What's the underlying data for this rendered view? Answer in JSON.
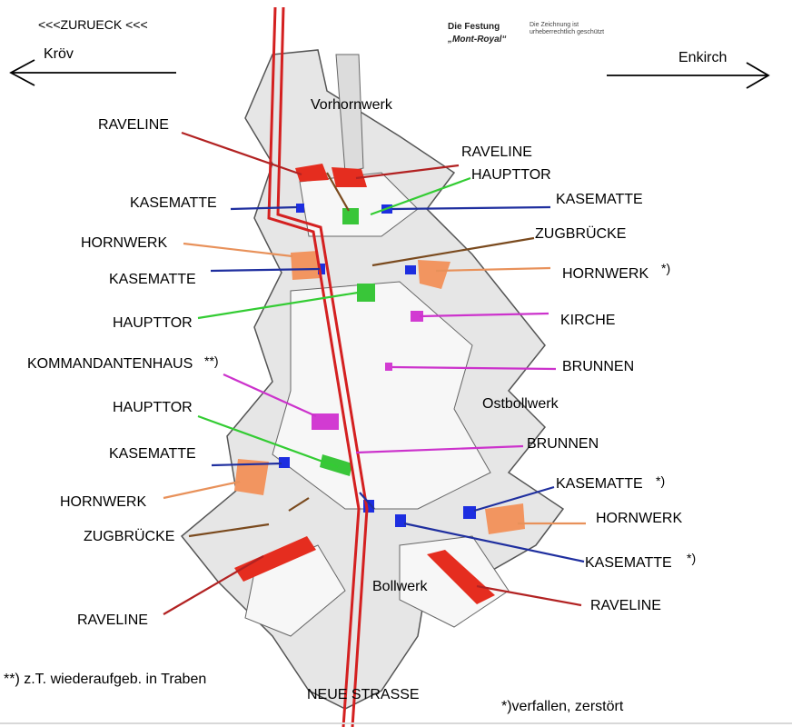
{
  "nav": {
    "back": "<<<ZURUECK <<<",
    "left_destination": "Kröv",
    "right_destination": "Enkirch"
  },
  "title": {
    "line1": "Die Festung",
    "line2": "„Mont-Royal“",
    "note": "Die Zeichnung ist urheberrechtlich geschützt"
  },
  "labels": {
    "vorhornwerk": "Vorhornwerk",
    "raveline_tl": "RAVELINE",
    "raveline_tr": "RAVELINE",
    "haupttor_top": "HAUPTTOR",
    "kasematte_l1": "KASEMATTE",
    "kasematte_r1": "KASEMATTE",
    "zugbruecke_top": "ZUGBRÜCKE",
    "hornwerk_l1": "HORNWERK",
    "kasematte_l2": "KASEMATTE",
    "hornwerk_r1": "HORNWERK",
    "hornwerk_r1_mark": "*)",
    "haupttor_mid": "HAUPTTOR",
    "kirche": "KIRCHE",
    "kommandantenhaus": "KOMMANDANTENHAUS",
    "kommandantenhaus_mark": "**)",
    "brunnen_1": "BRUNNEN",
    "ostbollwerk": "Ostbollwerk",
    "haupttor_low": "HAUPTTOR",
    "brunnen_2": "BRUNNEN",
    "kasematte_l3": "KASEMATTE",
    "kasematte_r2": "KASEMATTE",
    "kasematte_r2_mark": "*)",
    "hornwerk_l2": "HORNWERK",
    "hornwerk_r2": "HORNWERK",
    "zugbruecke_low": "ZUGBRÜCKE",
    "kasematte_r3": "KASEMATTE",
    "kasematte_r3_mark": "*)",
    "bollwerk": "Bollwerk",
    "raveline_bl": "RAVELINE",
    "raveline_br": "RAVELINE",
    "neue_strasse": "NEUE STRASSE"
  },
  "footnotes": {
    "double": "**)  z.T. wiederaufgeb. in Traben",
    "single": "*)verfallen, zerstört"
  },
  "colors": {
    "raveline": "#b22222",
    "haupttor": "#33cc33",
    "kasematte": "#1f2f9f",
    "hornwerk": "#e8915a",
    "zugbruecke": "#7a4a1e",
    "kirche": "#cc33cc",
    "road": "#d42020"
  }
}
